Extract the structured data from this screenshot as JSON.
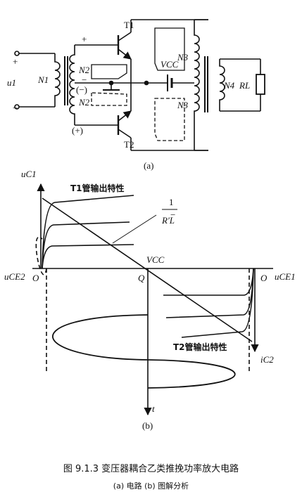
{
  "circuit": {
    "t1": "T1",
    "t2": "T2",
    "n1": "N1",
    "n2_top": "N2",
    "n2_bottom": "N2",
    "n3_top": "N3",
    "n3_bottom": "N3",
    "n4": "N4",
    "rl": "RL",
    "vcc": "VCC",
    "u1": "u1",
    "plus_in": "+",
    "minus_in": "−",
    "plus_top": "+",
    "neg_paren": "(−)",
    "minus_mid": "−",
    "pos_paren": "(+)",
    "label_a": "(a)"
  },
  "graph": {
    "uc1": "uC1",
    "t1_char": "T1管输出特性",
    "slope_num": "1",
    "slope_den": "R′L",
    "uce2": "uCE2",
    "o_left": "O",
    "q": "Q",
    "vcc": "VCC",
    "o_right": "O",
    "uce1": "uCE1",
    "t2_char": "T2管输出特性",
    "ic2": "iC2",
    "t_axis": "t",
    "label_b": "(b)"
  },
  "caption": {
    "title": "图 9.1.3   变压器耦合乙类推挽功率放大电路",
    "subtitle": "(a) 电路   (b) 图解分析"
  }
}
